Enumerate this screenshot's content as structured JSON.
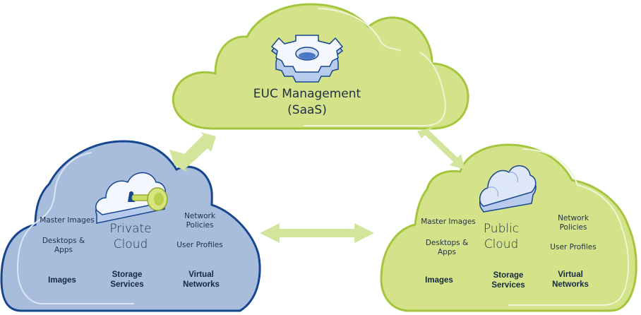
{
  "diagram": {
    "top_cloud": {
      "title_line1": "EUC Management",
      "title_line2": "(SaaS)",
      "icon": "gear-icon",
      "fill": "#d4e38a",
      "stroke": "#a4c63c"
    },
    "private_cloud": {
      "title_line1": "Private",
      "title_line2": "Cloud",
      "icon": "cloud-key-icon",
      "fill": "#a8bcdc",
      "stroke": "#16468f",
      "left_items": [
        "Master Images",
        "Desktops &",
        "Apps"
      ],
      "right_items": [
        "Network",
        "Policies",
        "User Profiles"
      ],
      "categories": {
        "images": "Images",
        "storage_line1": "Storage",
        "storage_line2": "Services",
        "networks_line1": "Virtual",
        "networks_line2": "Networks"
      }
    },
    "public_cloud": {
      "title_line1": "Public",
      "title_line2": "Cloud",
      "icon": "cloud-icon",
      "fill": "#d4e38a",
      "stroke": "#a4c63c",
      "left_items": [
        "Master Images",
        "Desktops &",
        "Apps"
      ],
      "right_items": [
        "Network",
        "Policies",
        "User Profiles"
      ],
      "categories": {
        "images": "Images",
        "storage_line1": "Storage",
        "storage_line2": "Services",
        "networks_line1": "Virtual",
        "networks_line2": "Networks"
      }
    },
    "arrow_color": "#d2e59a",
    "connections": [
      {
        "from": "EUC Management (SaaS)",
        "to": "Private Cloud",
        "type": "bidirectional"
      },
      {
        "from": "EUC Management (SaaS)",
        "to": "Public Cloud",
        "type": "bidirectional"
      },
      {
        "from": "Private Cloud",
        "to": "Public Cloud",
        "type": "bidirectional"
      }
    ]
  }
}
